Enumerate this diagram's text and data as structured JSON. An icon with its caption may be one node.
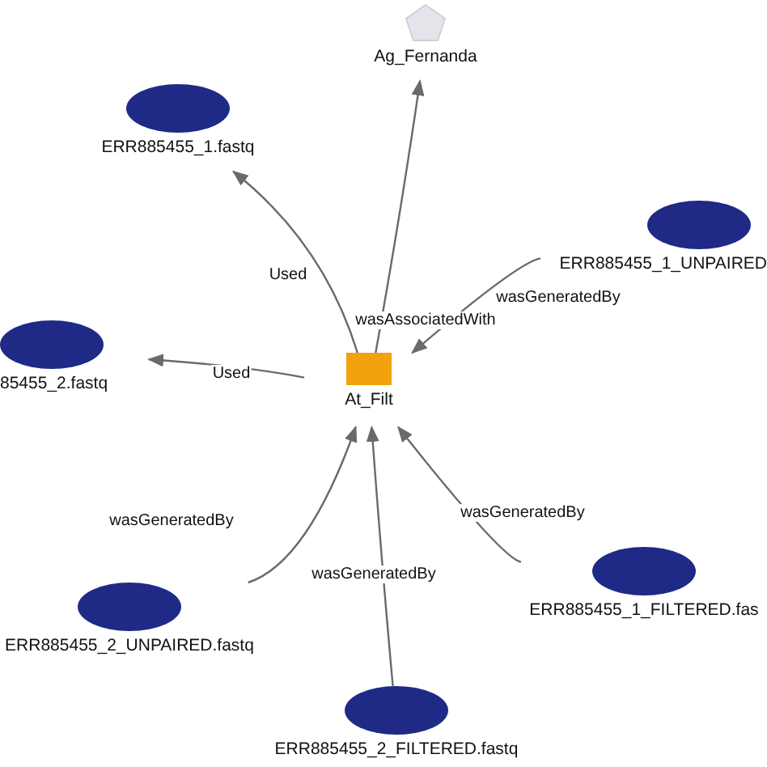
{
  "diagram": {
    "nodes": [
      {
        "text": [
          "Ag_Fernanda"
        ]
      },
      {
        "text": [
          "ERR885455_1.fastq"
        ]
      },
      {
        "text": [
          "ERR885455_1_UNPAIRED"
        ]
      },
      {
        "text": [
          "85455_2.fastq"
        ]
      },
      {
        "text": [
          "At_Filt"
        ]
      },
      {
        "text": [
          "ERR885455_2_UNPAIRED.fastq"
        ]
      },
      {
        "text": [
          "ERR885455_1_FILTERED.fas"
        ]
      },
      {
        "text": [
          "ERR885455_2_FILTERED.fastq"
        ]
      }
    ],
    "edges": [
      {
        "from": 4,
        "to": 1,
        "arrow": "to",
        "label": "Used"
      },
      {
        "from": 4,
        "to": 3,
        "arrow": "to",
        "label": "Used"
      },
      {
        "from": 4,
        "to": 0,
        "arrow": "to",
        "label": "wasAssociatedWith"
      },
      {
        "from": 2,
        "to": 4,
        "arrow": "to",
        "label": "wasGeneratedBy"
      },
      {
        "from": 5,
        "to": 4,
        "arrow": "to",
        "label": "wasGeneratedBy"
      },
      {
        "from": 7,
        "to": 4,
        "arrow": "to",
        "label": "wasGeneratedBy"
      },
      {
        "from": 6,
        "to": 4,
        "arrow": "to",
        "label": "wasGeneratedBy"
      }
    ]
  }
}
